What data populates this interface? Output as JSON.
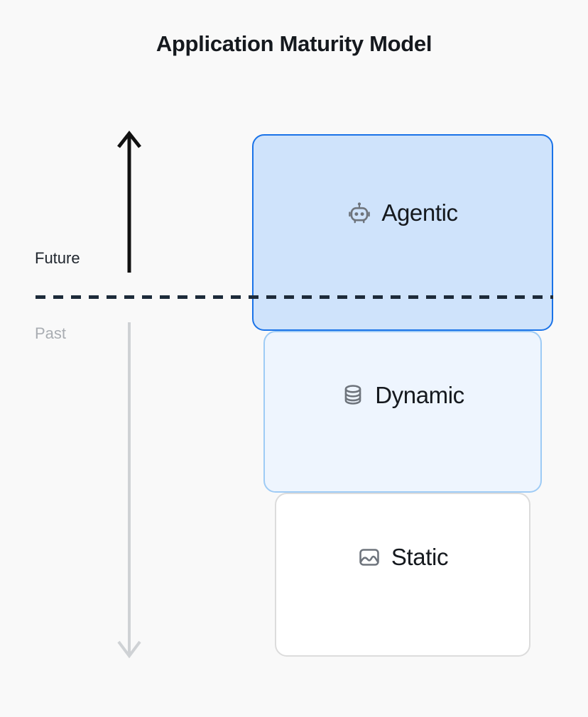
{
  "page": {
    "title": "Application Maturity Model",
    "background_color": "#f9f9f9"
  },
  "axis": {
    "up_arrow": {
      "icon": "arrow-up-icon",
      "color": "#111111",
      "direction": "up"
    },
    "down_arrow": {
      "icon": "arrow-down-icon",
      "color": "#cfd2d5",
      "direction": "down"
    },
    "labels": {
      "future": "Future",
      "future_color": "#20262e",
      "past": "Past",
      "past_color": "#a9adb2"
    }
  },
  "divider": {
    "style": "dashed",
    "color": "#1d2b3a",
    "label": "past-future-divider"
  },
  "stages": [
    {
      "id": "agentic",
      "label": "Agentic",
      "icon": "robot-icon",
      "fill": "#cfe3fb",
      "border": "#1a73e8",
      "tier": "top"
    },
    {
      "id": "dynamic",
      "label": "Dynamic",
      "icon": "database-icon",
      "fill": "#eef5fe",
      "border": "#9ecbf5",
      "tier": "middle"
    },
    {
      "id": "static",
      "label": "Static",
      "icon": "image-icon",
      "fill": "#ffffff",
      "border": "#dcdcdc",
      "tier": "bottom"
    }
  ]
}
